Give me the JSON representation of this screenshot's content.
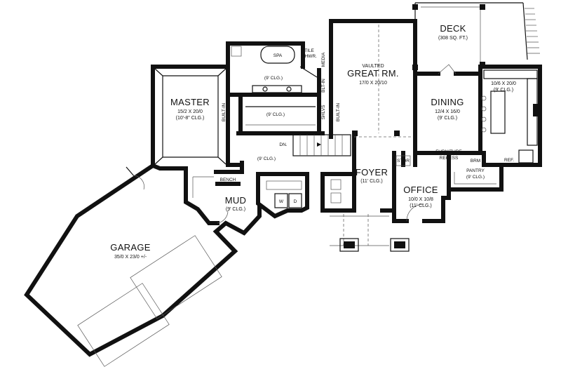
{
  "rooms": {
    "deck": {
      "name": "DECK",
      "detail": "(308 SQ. FT.)"
    },
    "great": {
      "sub": "VAULTED",
      "name": "GREAT RM.",
      "dim": "17/0 X 20/10"
    },
    "master": {
      "name": "MASTER",
      "dim": "15/2 X 20/0",
      "clg": "(10'-8\" CLG.)"
    },
    "dining": {
      "name": "DINING",
      "dim": "12/4 X 16/0",
      "clg": "(9' CLG.)"
    },
    "kitchen": {
      "dim": "10/6 X 20/0",
      "clg": "(9' CLG.)"
    },
    "foyer": {
      "name": "FOYER",
      "clg": "(11' CLG.)"
    },
    "office": {
      "name": "OFFICE",
      "dim": "10/0 X 10/8",
      "clg": "(11' CLG.)"
    },
    "mud": {
      "name": "MUD",
      "clg": "(9' CLG.)"
    },
    "garage": {
      "name": "GARAGE",
      "dim": "35/0 X 23/0 +/-"
    },
    "pantry": {
      "name": "PANTRY",
      "clg": "(9' CLG.)"
    }
  },
  "labels": {
    "spa": "SPA",
    "tile_top": "TILE",
    "tile_bot": "SHWR.",
    "media": "MEDIA",
    "blt_in": "BLT-IN",
    "bath_clg": "(9' CLG.)",
    "closet_clg": "(9' CLG.)",
    "hall_clg": "(9' CLG.)",
    "shlvs": "SHLVS",
    "built_in_master": "BUILT-IN",
    "built_in_closet": "BUILT-IN",
    "dn": "DN.",
    "bench": "BENCH",
    "washer": "W",
    "dryer": "D",
    "furniture_top": "FURNITURE",
    "furniture_bot": "RECESS",
    "stor": "STOR",
    "brm": "BRM",
    "ref": "REF."
  }
}
